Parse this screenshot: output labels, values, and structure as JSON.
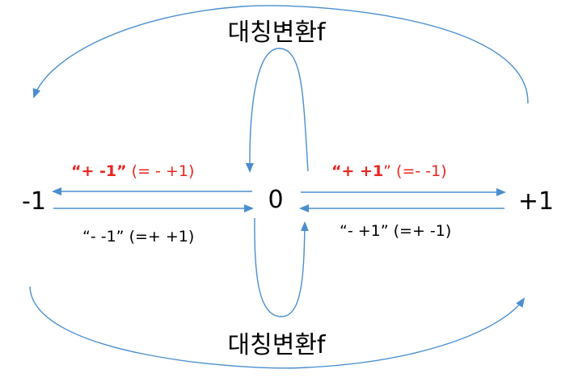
{
  "top_title": "대칭변환f",
  "bottom_title": "대칭변환f",
  "nodes": {
    "left": "-1",
    "center": "0",
    "right": "+1"
  },
  "upper_left": {
    "bold": "“+ -1”",
    "rest": " (= - +1)"
  },
  "upper_right": {
    "bold": "“+ +1",
    "rest": "” (=- -1)"
  },
  "lower_left": "“- -1” (=+ +1)",
  "lower_right": "“- +1” (=+ -1)",
  "colors": {
    "arrow": "#4a8ed0",
    "highlight": "#e8251f",
    "text": "#000000"
  }
}
